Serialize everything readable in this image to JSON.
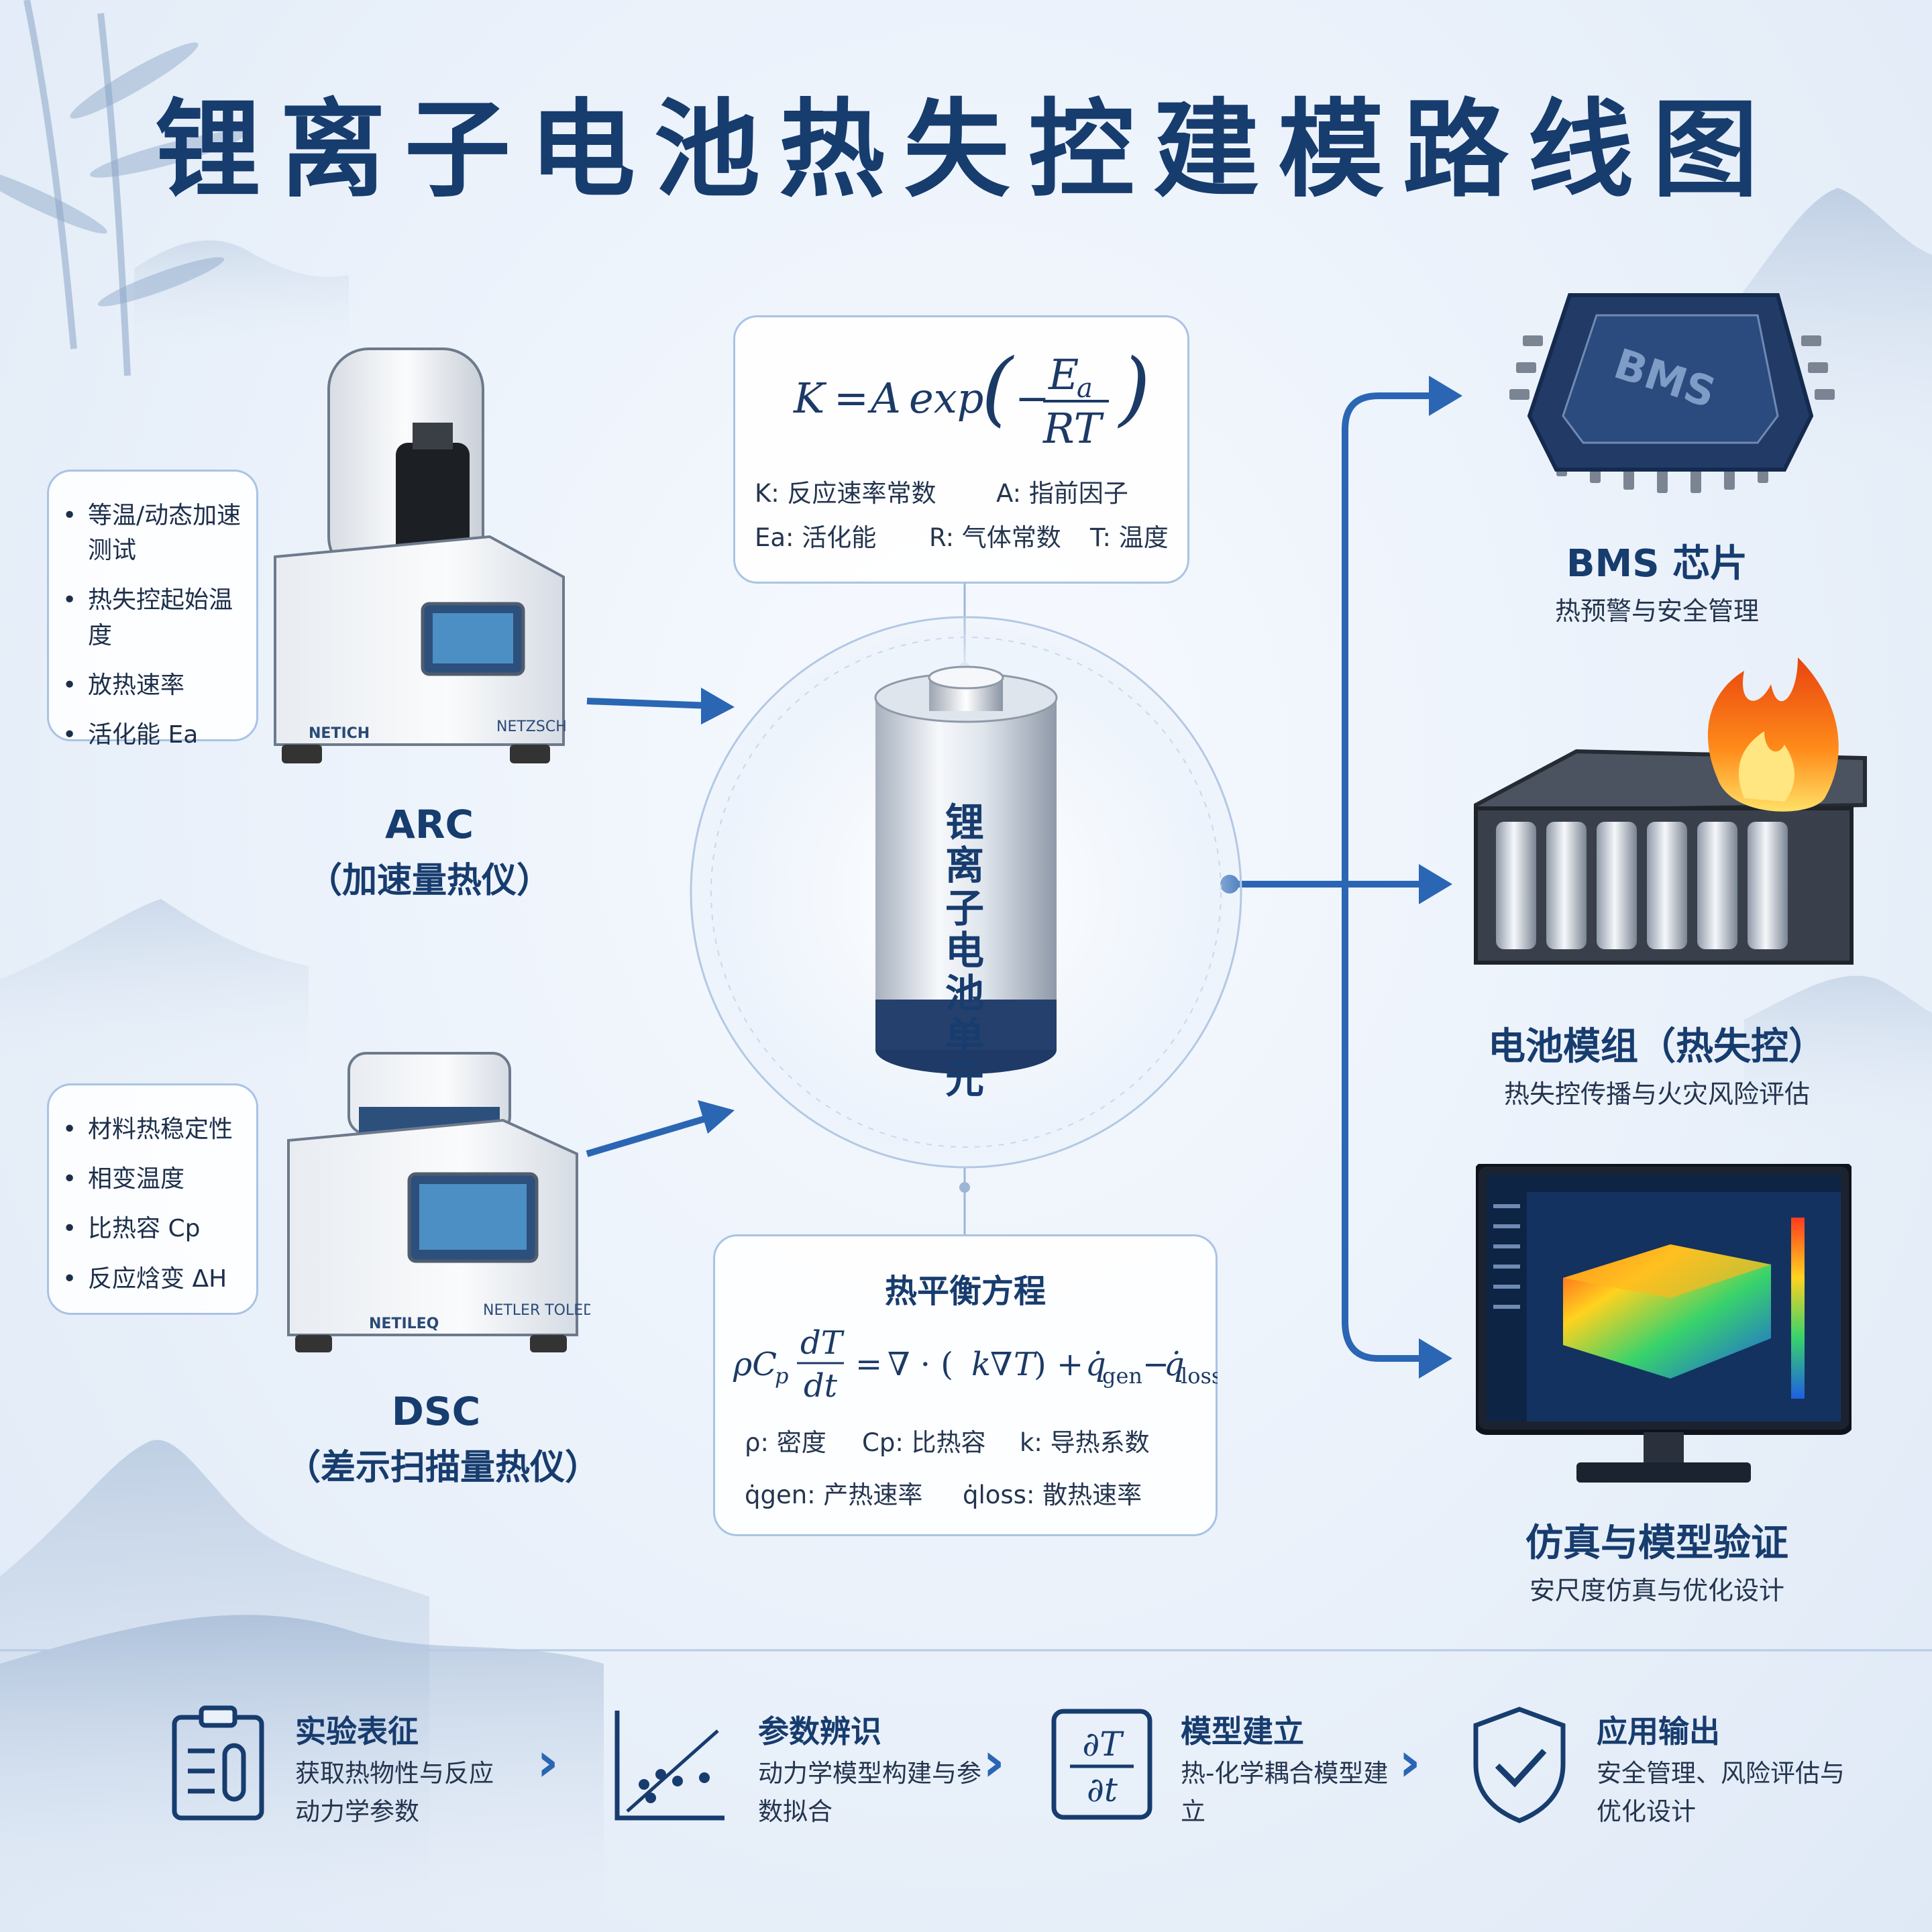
{
  "title": "锂离子电池热失控建模路线图",
  "arc": {
    "bullets": [
      "等温/动态加速测试",
      "热失控起始温度",
      "放热速率",
      "活化能 Ea"
    ],
    "name": "ARC",
    "subtitle": "（加速量热仪）",
    "brand_left": "NETICH",
    "brand_right": "NETZSCH"
  },
  "dsc": {
    "bullets": [
      "材料热稳定性",
      "相变温度",
      "比热容 Cp",
      "反应焓变 ΔH"
    ],
    "name": "DSC",
    "subtitle": "（差示扫描量热仪）",
    "brand_left": "NETILEQ",
    "brand_right": "NETLER TOLEDO"
  },
  "arrhenius": {
    "legend": [
      "K: 反应速率常数",
      "A: 指前因子",
      "Ea: 活化能",
      "R: 气体常数",
      "T: 温度"
    ]
  },
  "battery": {
    "label": "锂离子电池单元"
  },
  "heat_balance": {
    "title": "热平衡方程",
    "legend": [
      "ρ: 密度",
      "Cp: 比热容",
      "k: 导热系数",
      "q̇gen: 产热速率",
      "q̇loss: 散热速率"
    ]
  },
  "outputs": [
    {
      "chip_text": "BMS",
      "title": "BMS 芯片",
      "subtitle": "热预警与安全管理"
    },
    {
      "title": "电池模组（热失控）",
      "subtitle": "热失控传播与火灾风险评估"
    },
    {
      "title": "仿真与模型验证",
      "subtitle": "安尺度仿真与优化设计"
    }
  ],
  "steps": [
    {
      "title": "实验表征",
      "desc": "获取热物性与反应动力学参数"
    },
    {
      "title": "参数辨识",
      "desc": "动力学模型构建与参数拟合"
    },
    {
      "title": "模型建立",
      "desc": "热-化学耦合模型建立"
    },
    {
      "title": "应用输出",
      "desc": "安全管理、风险评估与优化设计"
    }
  ],
  "colors": {
    "primary": "#173c6e",
    "accent": "#2a66b3",
    "card_border": "#a9c3e3"
  }
}
